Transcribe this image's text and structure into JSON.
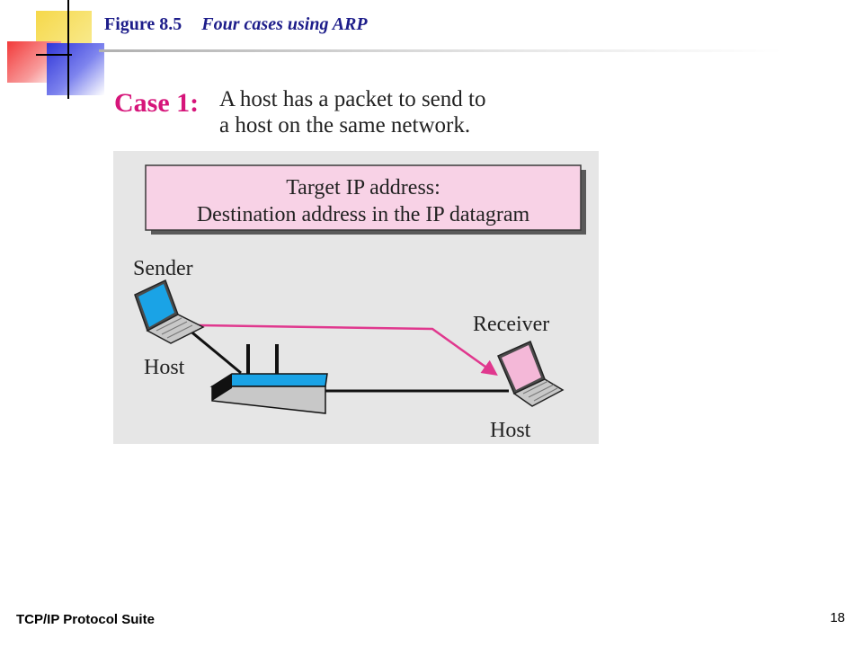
{
  "figure": {
    "number": "Figure 8.5",
    "caption": "Four cases using ARP"
  },
  "case": {
    "label": "Case 1:",
    "description": "A host has a packet to send to\na host on the same network."
  },
  "diagram": {
    "box_line1": "Target IP address:",
    "box_line2": "Destination address in the IP datagram",
    "sender_label": "Sender",
    "sender_host_label": "Host",
    "receiver_label": "Receiver",
    "receiver_host_label": "Host",
    "icons": [
      "laptop-icon",
      "router-icon",
      "arrow-icon"
    ],
    "colors": {
      "panel_bg": "#e6e6e6",
      "box_fill": "#f8d2e6",
      "arrow": "#e0388e",
      "sender_screen": "#1aa3e6",
      "receiver_screen": "#f4b8d8",
      "router_top": "#1aa3e6"
    }
  },
  "footer": {
    "left": "TCP/IP Protocol Suite",
    "page_number": "18"
  }
}
